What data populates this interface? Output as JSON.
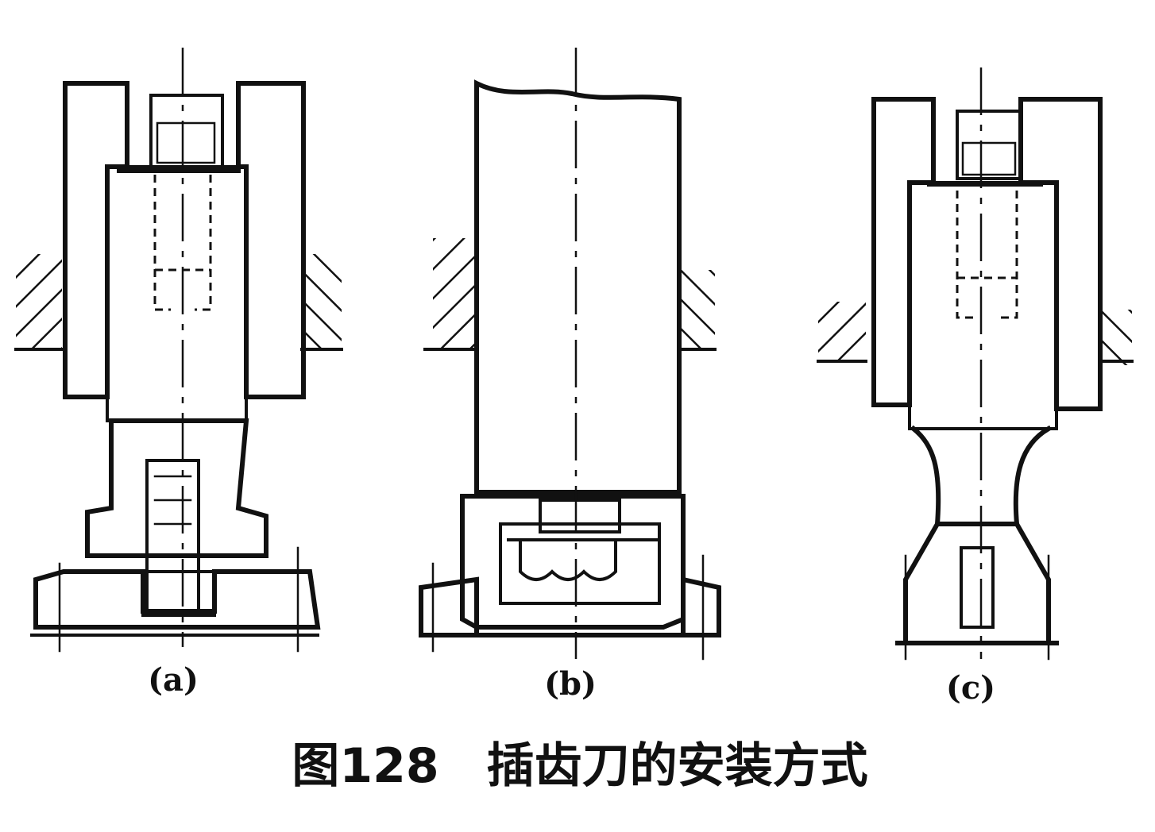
{
  "figure": {
    "caption": "图128　插齿刀的安装方式",
    "panels": [
      {
        "id": "a",
        "label": "(a)"
      },
      {
        "id": "b",
        "label": "(b)"
      },
      {
        "id": "c",
        "label": "(c)"
      }
    ]
  }
}
